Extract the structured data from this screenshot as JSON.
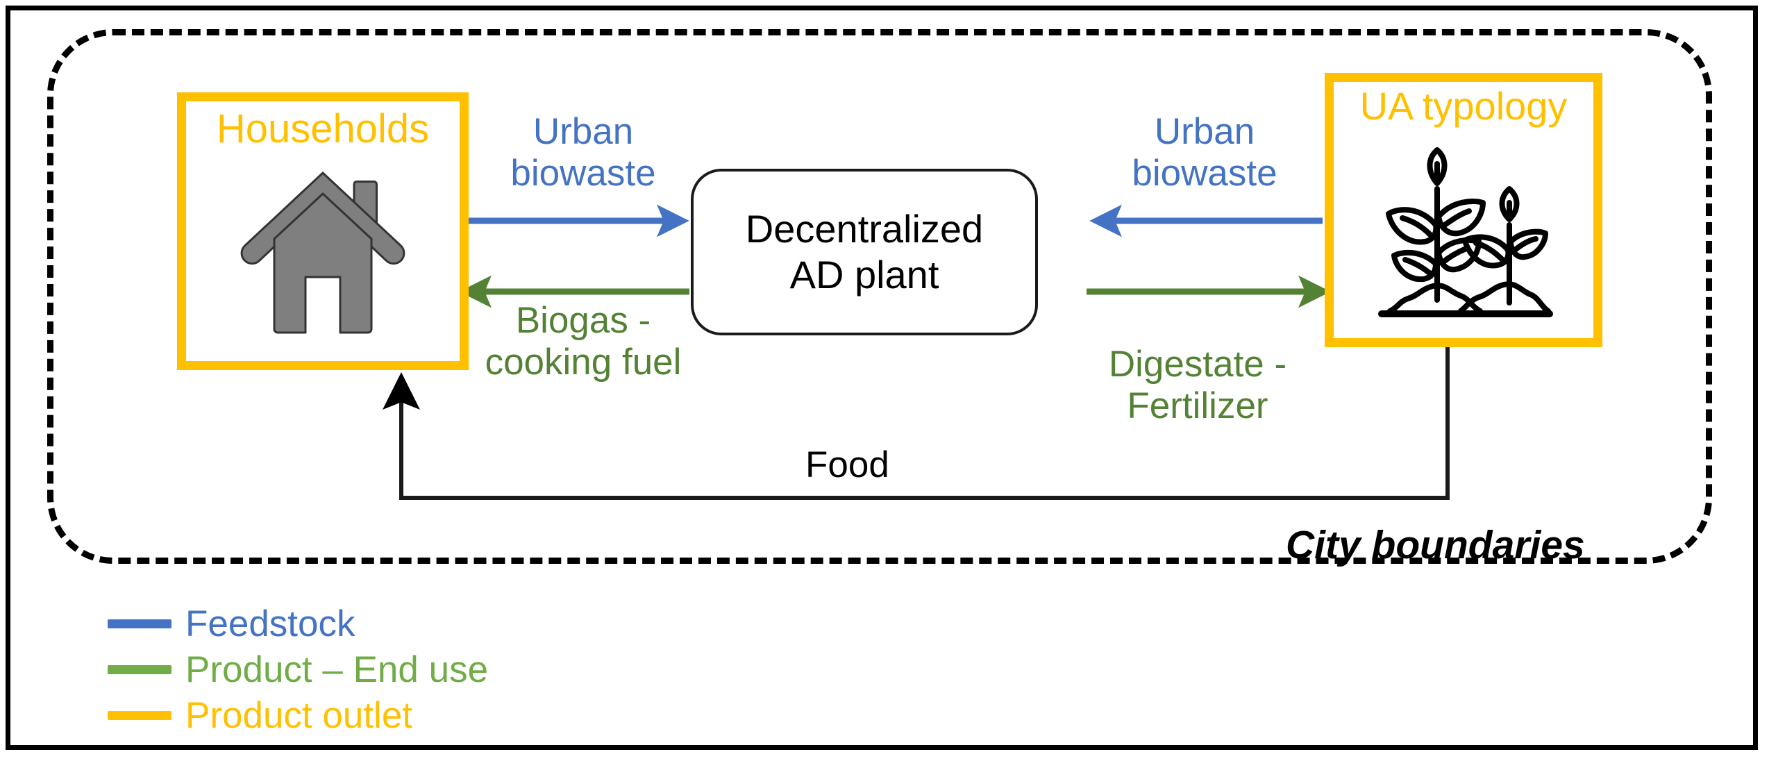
{
  "diagram": {
    "title_caption": "City boundaries",
    "colors": {
      "feedstock_blue": "#4472C4",
      "product_green": "#548235",
      "outlet_yellow": "#FFC000",
      "icon_gray": "#7F7F7F",
      "line_black": "#000000"
    },
    "nodes": {
      "households": {
        "label": "Households",
        "icon": "house-icon"
      },
      "ad_plant": {
        "line1": "Decentralized",
        "line2": "AD plant"
      },
      "ua_typology": {
        "label": "UA typology",
        "icon": "plants-icon"
      }
    },
    "flows": [
      {
        "id": "urban-biowaste-left",
        "line1": "Urban",
        "line2": "biowaste",
        "color": "#4472C4",
        "from": "households",
        "to": "ad_plant",
        "direction": "right"
      },
      {
        "id": "urban-biowaste-right",
        "line1": "Urban",
        "line2": "biowaste",
        "color": "#4472C4",
        "from": "ua_typology",
        "to": "ad_plant",
        "direction": "left"
      },
      {
        "id": "biogas-cooking-fuel",
        "line1": "Biogas -",
        "line2": "cooking fuel",
        "color": "#548235",
        "from": "ad_plant",
        "to": "households",
        "direction": "left"
      },
      {
        "id": "digestate-fertilizer",
        "line1": "Digestate -",
        "line2": "Fertilizer",
        "color": "#548235",
        "from": "ad_plant",
        "to": "ua_typology",
        "direction": "right"
      },
      {
        "id": "food",
        "line1": "Food",
        "color": "#000000",
        "from": "ua_typology",
        "to": "households",
        "direction": "left-up"
      }
    ]
  },
  "legend": {
    "items": [
      {
        "label": "Feedstock",
        "color": "#4472C4"
      },
      {
        "label": "Product – End use",
        "color": "#70AD47"
      },
      {
        "label": "Product outlet",
        "color": "#FFC000"
      }
    ]
  }
}
